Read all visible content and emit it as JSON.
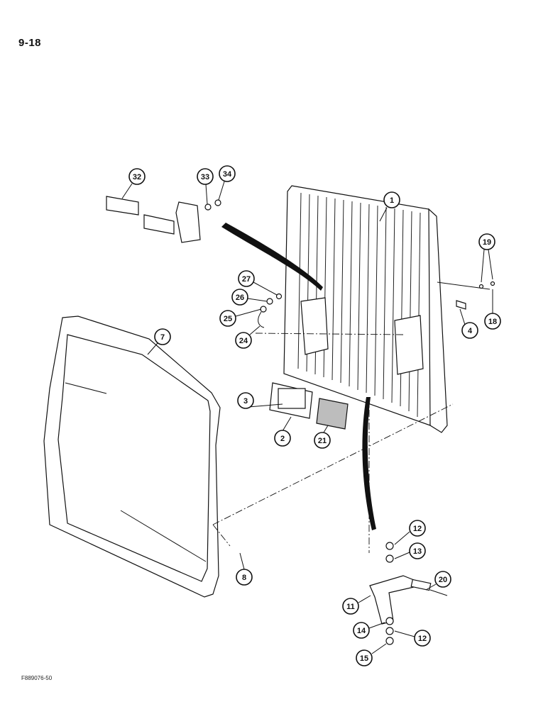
{
  "page": {
    "number": "9-18",
    "figure_code": "F889076-50"
  },
  "callouts": [
    "1",
    "2",
    "3",
    "4",
    "7",
    "8",
    "11",
    "12",
    "12",
    "13",
    "14",
    "15",
    "18",
    "19",
    "20",
    "21",
    "24",
    "25",
    "26",
    "27",
    "32",
    "33",
    "34"
  ],
  "colors": {
    "ink": "#111111",
    "paper": "#ffffff"
  }
}
